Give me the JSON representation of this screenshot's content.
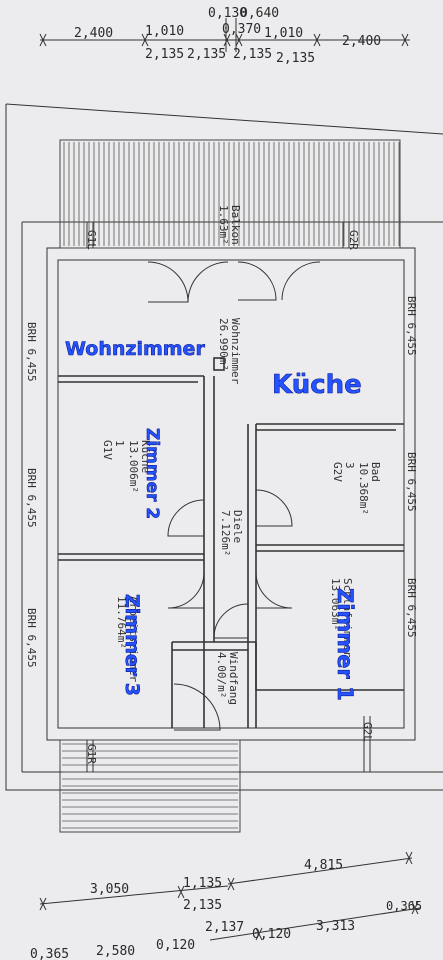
{
  "dimensions": {
    "top_row1": [
      "0,130",
      "0,640"
    ],
    "top_row2": [
      "2,400",
      "1,010",
      "0,370",
      "1,010",
      "2,400"
    ],
    "top_row3": [
      "2,135",
      "2,135",
      "2,135",
      "2,135"
    ],
    "bottom_row1": [
      "4,815"
    ],
    "bottom_row2": [
      "3,050",
      "1,135"
    ],
    "bottom_row3": [
      "2,135"
    ],
    "bottom_row4": [
      "2,137",
      "3,313",
      "0,365"
    ],
    "bottom_row5": [
      "0,365",
      "2,580",
      "0,120",
      "0,120"
    ]
  },
  "rooms": {
    "wohnzimmer": {
      "name": "Wohnzimmer",
      "area": "26.990m²"
    },
    "bad": {
      "name": "Bad",
      "area": "10.368m²",
      "code1": "3",
      "code2": "G2V"
    },
    "kueche": {
      "name": "Küche",
      "area": "13.006m²",
      "code1": "1",
      "code2": "G1V"
    },
    "diele": {
      "name": "Diele",
      "area": "7.126m²"
    },
    "schlafzimmer": {
      "name": "Schlafzimmer",
      "area": "13.063m²"
    },
    "arbeitszimmer": {
      "name": "Arbeitszimmer",
      "area": "11.764m²"
    },
    "windfang": {
      "name": "Windfang",
      "area": "4.00/m²"
    },
    "balkon": {
      "name": "Balkon",
      "area": "1.63m²"
    }
  },
  "brh_labels": [
    "BRH 6,455",
    "BRH 6,455",
    "BRH 6,455",
    "BRH 6,455",
    "BRH 6,455",
    "BRH 6,455"
  ],
  "small_labels": {
    "g1r": "G1R",
    "g2l": "G2L",
    "g2r": "G2R",
    "g1l": "G1L"
  },
  "overlays": {
    "wohnzimmer": "Wohnzimmer",
    "kueche": "Küche",
    "zimmer1": "Zimmer 1",
    "zimmer2": "Zimmer 2",
    "zimmer3": "Zimmer 3"
  }
}
